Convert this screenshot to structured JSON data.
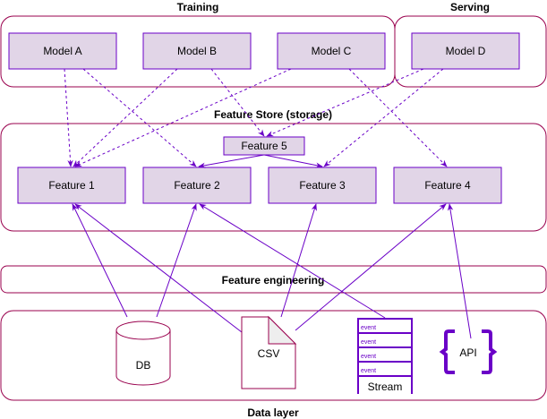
{
  "groups": {
    "training": "Training",
    "serving": "Serving",
    "feature_store": "Feature Store (storage)",
    "feature_engineering": "Feature engineering",
    "data_layer": "Data layer"
  },
  "models": [
    "Model A",
    "Model B",
    "Model C",
    "Model D"
  ],
  "features": [
    "Feature 1",
    "Feature 2",
    "Feature 3",
    "Feature 4",
    "Feature 5"
  ],
  "sources": {
    "db": "DB",
    "csv": "CSV",
    "stream": "Stream",
    "stream_events": [
      "event",
      "event",
      "event",
      "event"
    ],
    "api": "API",
    "api_braces_left": "{",
    "api_braces_right": "}"
  },
  "colors": {
    "box_fill": "#e1d5e7",
    "box_stroke": "#6a00c7",
    "group_stroke": "#99004d",
    "arrow": "#6a00c7"
  },
  "edges": {
    "model_to_feature": [
      {
        "from": "Model A",
        "to": "Feature 1"
      },
      {
        "from": "Model A",
        "to": "Feature 2"
      },
      {
        "from": "Model B",
        "to": "Feature 1"
      },
      {
        "from": "Model B",
        "to": "Feature 5"
      },
      {
        "from": "Model C",
        "to": "Feature 1"
      },
      {
        "from": "Model C",
        "to": "Feature 4"
      },
      {
        "from": "Model D",
        "to": "Feature 5"
      },
      {
        "from": "Model D",
        "to": "Feature 3"
      }
    ],
    "feature_to_feature": [
      {
        "from": "Feature 5",
        "to": "Feature 2"
      },
      {
        "from": "Feature 5",
        "to": "Feature 3"
      }
    ],
    "source_to_feature": [
      {
        "from": "DB",
        "to": "Feature 1"
      },
      {
        "from": "DB",
        "to": "Feature 2"
      },
      {
        "from": "CSV",
        "to": "Feature 1"
      },
      {
        "from": "CSV",
        "to": "Feature 3"
      },
      {
        "from": "CSV",
        "to": "Feature 4"
      },
      {
        "from": "Stream",
        "to": "Feature 2"
      },
      {
        "from": "API",
        "to": "Feature 4"
      }
    ]
  }
}
